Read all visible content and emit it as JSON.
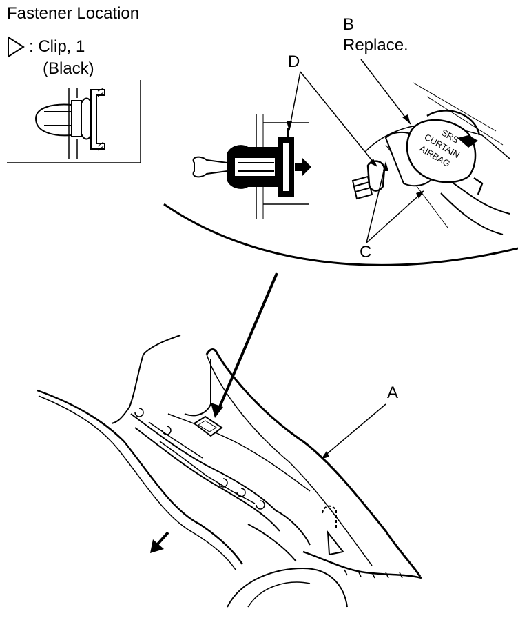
{
  "header": {
    "title": "Fastener Location",
    "legend_text": ": Clip, 1",
    "legend_subtext": "(Black)",
    "legend_symbol": "triangle-outline-icon"
  },
  "callouts": {
    "a": "A",
    "b": "B",
    "b_note": "Replace.",
    "c": "C",
    "d": "D"
  },
  "detail_text": {
    "airbag_line1": "SRS",
    "airbag_line2": "CURTAIN",
    "airbag_line3": "AIRBAG"
  },
  "colors": {
    "ink": "#000000",
    "paper": "#ffffff"
  }
}
